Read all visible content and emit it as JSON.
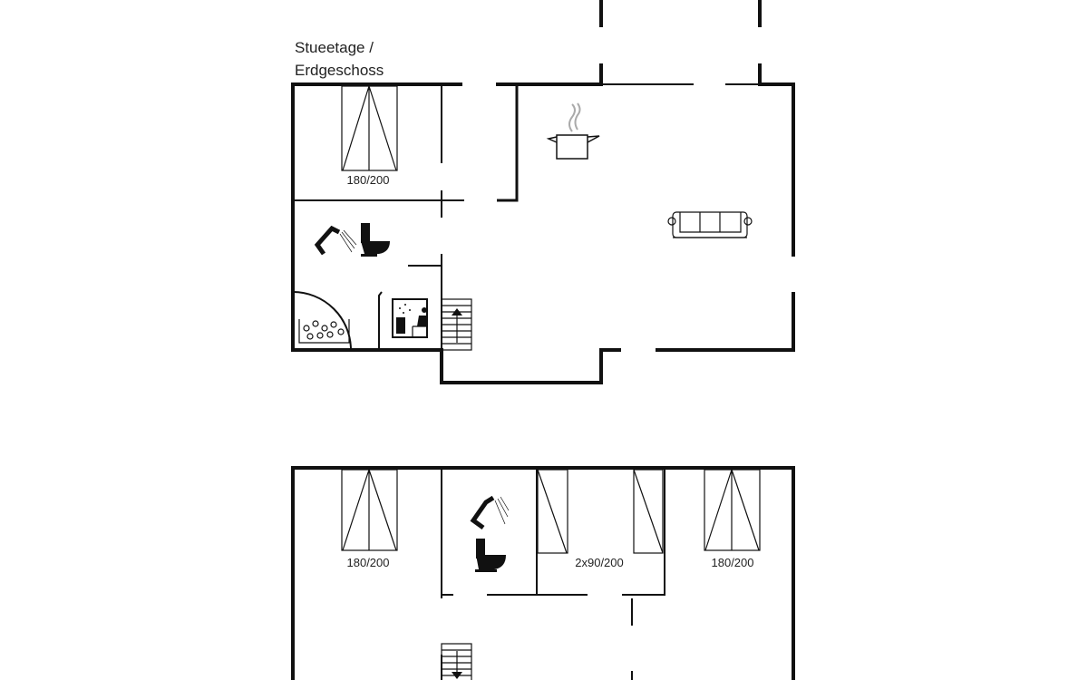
{
  "ground_floor": {
    "title_line1": "Stueetage /",
    "title_line2": "Erdgeschoss",
    "bed_label": "180/200"
  },
  "upper_floor": {
    "bed_left_label": "180/200",
    "bed_twin_label": "2x90/200",
    "bed_right_label": "180/200"
  },
  "colors": {
    "wall": "#111111",
    "background": "#ffffff",
    "steam": "#aaaaaa"
  }
}
